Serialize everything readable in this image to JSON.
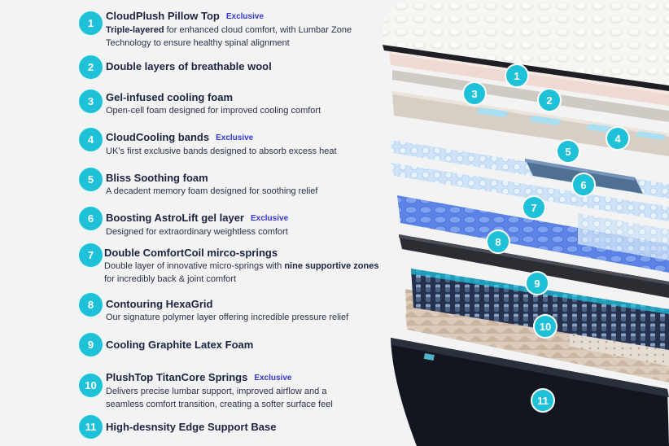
{
  "features": [
    {
      "number": "1",
      "title": "CloudPlush Pillow Top",
      "exclusive": "Exclusive",
      "desc_bold": "Triple-layered",
      "desc": " for enhanced cloud comfort, with Lumbar Zone Technology to ensure healthy spinal alignment",
      "desc_bold2": "",
      "desc2": ""
    },
    {
      "number": "2",
      "title": "Double layers of breathable wool",
      "exclusive": "",
      "desc_bold": "",
      "desc": "",
      "desc_bold2": "",
      "desc2": ""
    },
    {
      "number": "3",
      "title": "Gel-infused cooling foam",
      "exclusive": "",
      "desc_bold": "",
      "desc": "Open-cell foam designed for improved cooling comfort",
      "desc_bold2": "",
      "desc2": ""
    },
    {
      "number": "4",
      "title": "CloudCooling bands",
      "exclusive": "Exclusive",
      "desc_bold": "",
      "desc": "UK’s first exclusive bands designed to absorb excess heat",
      "desc_bold2": "",
      "desc2": ""
    },
    {
      "number": "5",
      "title": "Bliss Soothing foam",
      "exclusive": "",
      "desc_bold": "",
      "desc": "A decadent memory foam designed for soothing relief",
      "desc_bold2": "",
      "desc2": ""
    },
    {
      "number": "6",
      "title": "Boosting AstroLift gel layer",
      "exclusive": "Exclusive",
      "desc_bold": "",
      "desc": "Designed for extraordinary weightless comfort",
      "desc_bold2": "",
      "desc2": ""
    },
    {
      "number": "7",
      "title": "Double ComfortCoil mirco-springs",
      "exclusive": "",
      "desc_bold": "",
      "desc": "Double layer of innovative micro-springs with ",
      "desc_bold2": "nine supportive zones",
      "desc2": " for incredibly back & joint comfort"
    },
    {
      "number": "8",
      "title": "Contouring HexaGrid",
      "exclusive": "",
      "desc_bold": "",
      "desc": "Our signature polymer layer offering incredible pressure relief",
      "desc_bold2": "",
      "desc2": ""
    },
    {
      "number": "9",
      "title": "Cooling Graphite Latex Foam",
      "exclusive": "",
      "desc_bold": "",
      "desc": "",
      "desc_bold2": "",
      "desc2": ""
    },
    {
      "number": "10",
      "title": "PlushTop TitanCore Springs",
      "exclusive": "Exclusive",
      "desc_bold": "",
      "desc": "Delivers precise lumbar support, improved airflow and a seamless comfort transition, creating a softer surface feel",
      "desc_bold2": "",
      "desc2": ""
    },
    {
      "number": "11",
      "title": "High-desnsity Edge Support Base",
      "exclusive": "",
      "desc_bold": "",
      "desc": "",
      "desc_bold2": "",
      "desc2": ""
    }
  ],
  "markers": [
    "1",
    "2",
    "3",
    "4",
    "5",
    "6",
    "7",
    "8",
    "9",
    "10",
    "11"
  ],
  "colors": {
    "badge": "#1fc1d8",
    "exclusive": "#3338d6",
    "title": "#1b2340"
  }
}
